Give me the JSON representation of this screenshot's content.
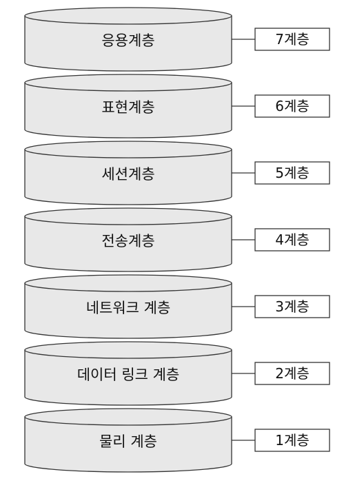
{
  "layers": [
    {
      "name": "응용계층",
      "tag": "7계층"
    },
    {
      "name": "표현계층",
      "tag": "6계층"
    },
    {
      "name": "세션계층",
      "tag": "5계층"
    },
    {
      "name": "전송계층",
      "tag": "4계층"
    },
    {
      "name": "네트워크 계층",
      "tag": "3계층"
    },
    {
      "name": "데이터 링크 계층",
      "tag": "2계층"
    },
    {
      "name": "물리 계층",
      "tag": "1계층"
    }
  ],
  "colors": {
    "cylinder_fill": "#e8e8e8",
    "stroke": "#333333",
    "text": "#111111",
    "tag_fill": "#ffffff"
  }
}
